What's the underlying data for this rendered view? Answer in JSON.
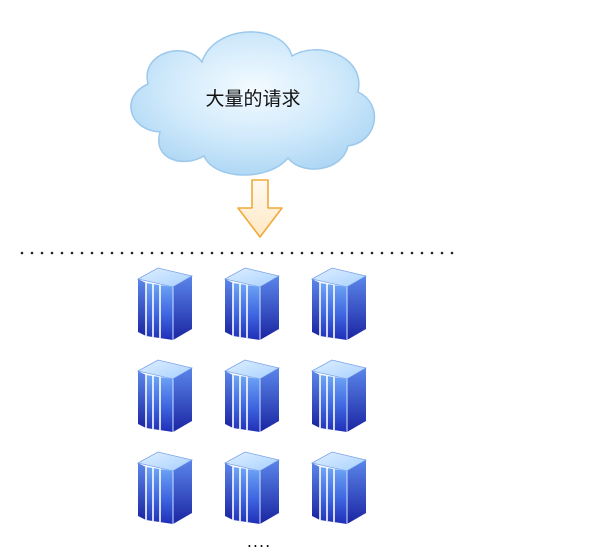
{
  "cloud": {
    "label": "大量的请求"
  },
  "servers": {
    "rows": 3,
    "columns": 3,
    "more_label": "...."
  }
}
